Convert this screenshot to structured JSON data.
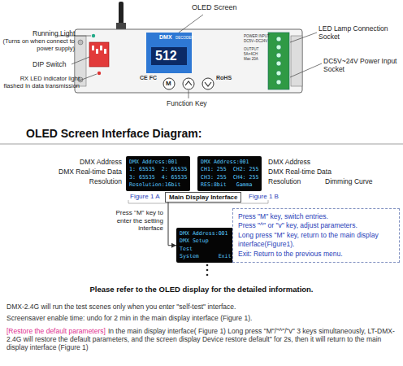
{
  "diagram": {
    "nodes": [
      {
        "text": [
          "DMX Address:001",
          "1: 65535  2: 65535",
          "3: 65535  4: 65535",
          "Resolution:16bit"
        ]
      },
      {
        "text": [
          "DMX Address:001",
          "CH1: 255  CH2: 255",
          "CH3: 255  CH4: 255",
          "RES:8bit   Gamma"
        ]
      },
      {
        "text": [
          "DMX Address:001",
          "DMX Setup",
          "Test",
          "System      Exit"
        ]
      },
      {
        "text": [
          "Press \"M\" key,  switch entries.",
          "Press \"^\" or \"v\" key,  adjust parameters.",
          "Long press \"M\" key,  return to the main display interface(Figure1).",
          "Exit: Return to the previous menu."
        ]
      },
      {
        "text": [
          "Main Display Interface"
        ]
      }
    ],
    "edges": [
      {
        "from": 4,
        "to": 2,
        "arrow": "to",
        "label": "Press \"M\" key to enter the setting interface"
      }
    ],
    "labels": [
      "OLED Screen",
      "Running Light",
      "(Turns on when connect to power supply)",
      "DIP Switch",
      "RX LED indicator light flashed In data transmission",
      "LED Lamp Connection Socket",
      "DC5V~24V Power Input Socket",
      "Function Key",
      "DMX",
      "DECODER",
      "512",
      "CE FC",
      "RoHS",
      "M",
      "OLED Screen Interface Diagram:",
      "DMX Address",
      "DMX Real-time Data",
      "Resolution",
      "DMX Address",
      "DMX Real-time Data",
      "Resolution",
      "Dimming Curve",
      "Figure 1 A",
      "Figure 1 B",
      "Please refer to the OLED display for the detailed information.",
      "DMX-2.4G will run the test scenes only when you enter \"self-test\" interface.",
      "Screensaver enable time: undo for 2 min in the main display interface (Figure 1).",
      "[Restore the default parameters]",
      "In the main display interface( Figure 1) Long press \"M\"/\"^\"/\"v\" 3 keys simultaneously, LT-DMX-2.4G will restore the default parameters, and the screen display Device restore default\" for 2s, then it will return to the main display interface (Figure 1)",
      "POWER INPUT",
      "DC5V~DC24V",
      "OUTPUT",
      "5A×4CH",
      "Max 20A"
    ]
  }
}
